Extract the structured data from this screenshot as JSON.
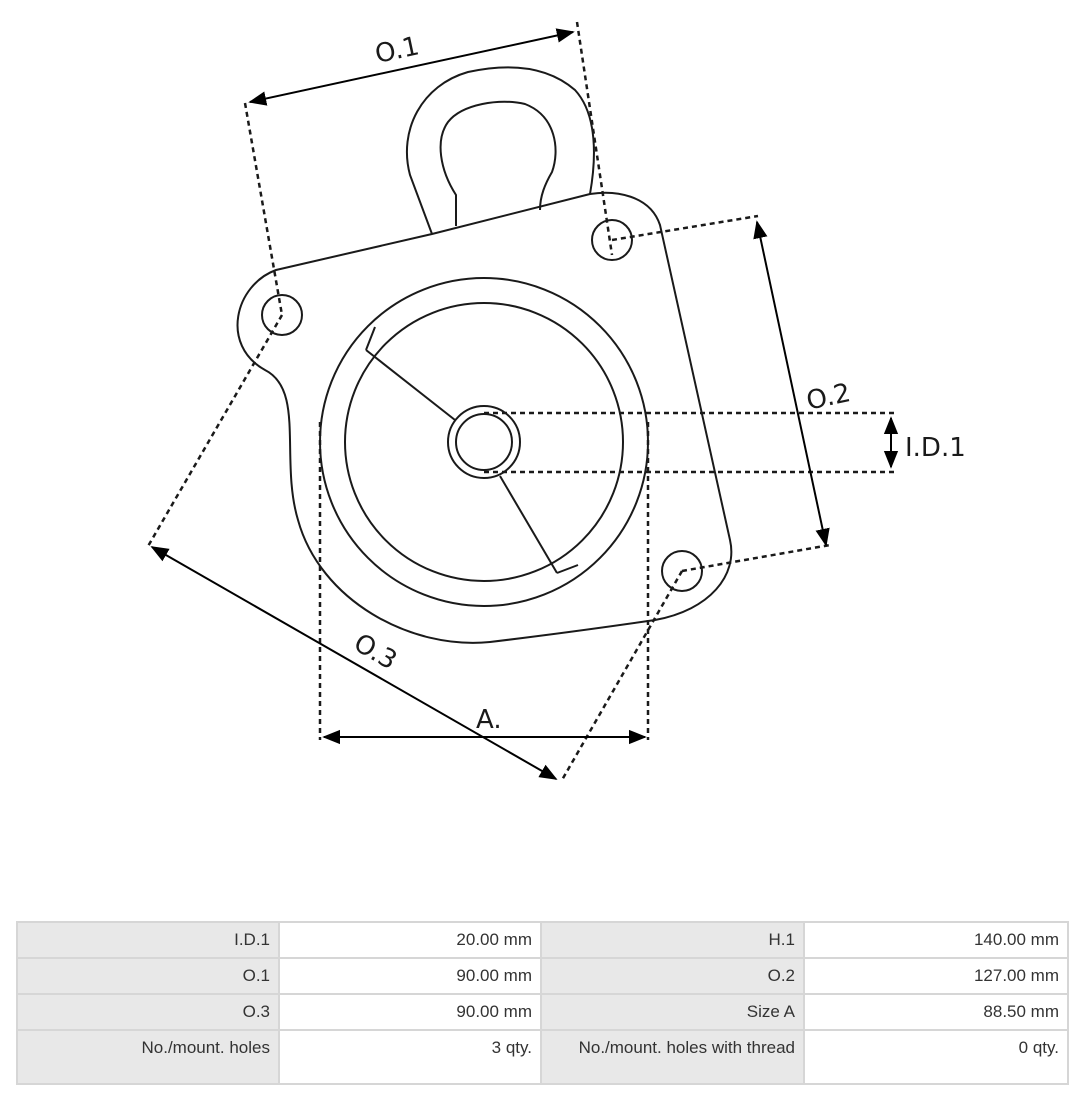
{
  "diagram": {
    "labels": {
      "o1": "O.1",
      "o2": "O.2",
      "o3": "O.3",
      "id1": "I.D.1",
      "a": "A."
    }
  },
  "specs": {
    "rows": [
      {
        "k1": "I.D.1",
        "v1": "20.00 mm",
        "k2": "H.1",
        "v2": "140.00 mm"
      },
      {
        "k1": "O.1",
        "v1": "90.00 mm",
        "k2": "O.2",
        "v2": "127.00 mm"
      },
      {
        "k1": "O.3",
        "v1": "90.00 mm",
        "k2": "Size A",
        "v2": "88.50 mm"
      },
      {
        "k1": "No./mount. holes",
        "v1": "3 qty.",
        "k2": "No./mount. holes with thread",
        "v2": "0 qty."
      }
    ]
  }
}
